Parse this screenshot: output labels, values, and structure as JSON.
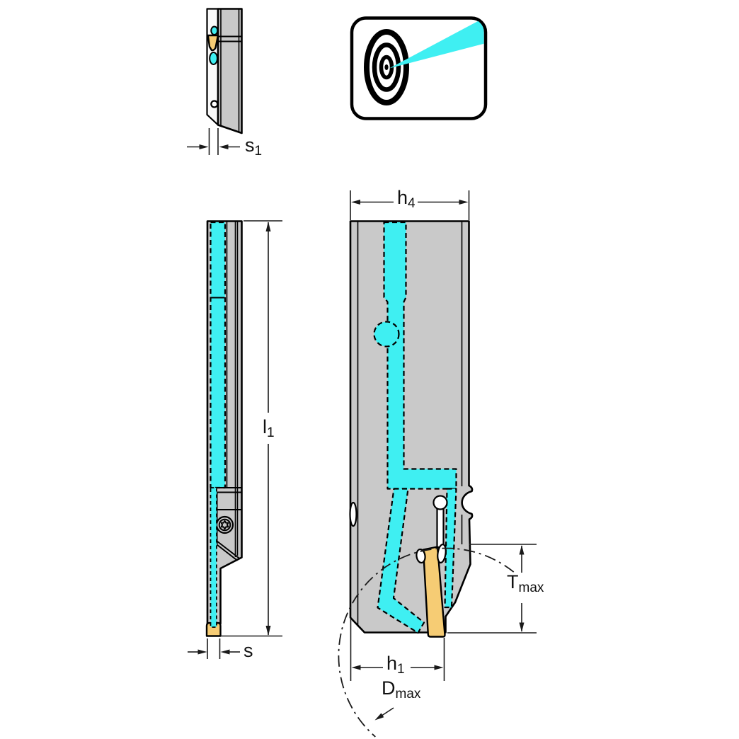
{
  "colors": {
    "coolant_cyan": "#3FEFF2",
    "insert_tan": "#F6CC74",
    "body_gray": "#C9C9C9",
    "blade_light": "#FAFAFA",
    "line": "#000000",
    "background": "#FFFFFF"
  },
  "icon": {
    "name": "precision-coolant-target"
  },
  "dimensions": {
    "s1": {
      "base": "s",
      "sub": "1"
    },
    "h4": {
      "base": "h",
      "sub": "4"
    },
    "l1": {
      "base": "l",
      "sub": "1"
    },
    "tmax": {
      "base": "T",
      "sub": "max"
    },
    "s": {
      "base": "s",
      "sub": ""
    },
    "h1": {
      "base": "h",
      "sub": "1"
    },
    "dmax": {
      "base": "D",
      "sub": "max"
    }
  }
}
